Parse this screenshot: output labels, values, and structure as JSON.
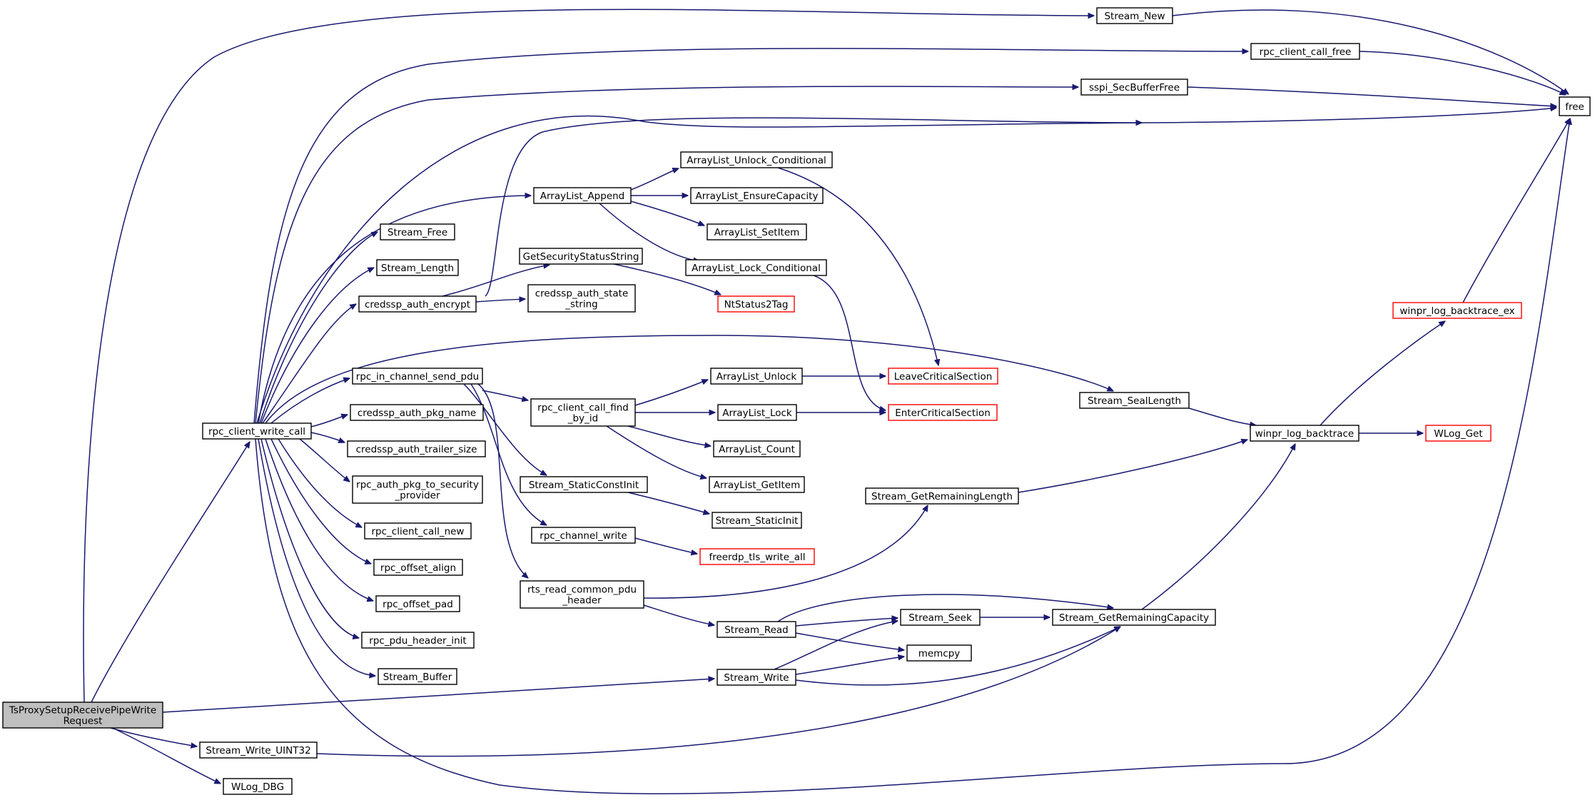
{
  "graph": {
    "nodes": [
      {
        "id": "root",
        "lines": [
          "TsProxySetupReceivePipeWrite",
          "Request"
        ],
        "style": "root"
      },
      {
        "id": "rcwc",
        "lines": [
          "rpc_client_write_call"
        ],
        "style": "normal"
      },
      {
        "id": "swu32",
        "lines": [
          "Stream_Write_UINT32"
        ],
        "style": "normal"
      },
      {
        "id": "wlogdbg",
        "lines": [
          "WLog_DBG"
        ],
        "style": "normal"
      },
      {
        "id": "snew",
        "lines": [
          "Stream_New"
        ],
        "style": "normal"
      },
      {
        "id": "rccf",
        "lines": [
          "rpc_client_call_free"
        ],
        "style": "normal"
      },
      {
        "id": "ssbf",
        "lines": [
          "sspi_SecBufferFree"
        ],
        "style": "normal"
      },
      {
        "id": "free",
        "lines": [
          "free"
        ],
        "style": "normal"
      },
      {
        "id": "ala",
        "lines": [
          "ArrayList_Append"
        ],
        "style": "normal"
      },
      {
        "id": "aluc",
        "lines": [
          "ArrayList_Unlock_Conditional"
        ],
        "style": "normal"
      },
      {
        "id": "alec",
        "lines": [
          "ArrayList_EnsureCapacity"
        ],
        "style": "normal"
      },
      {
        "id": "alsi",
        "lines": [
          "ArrayList_SetItem"
        ],
        "style": "normal"
      },
      {
        "id": "allc",
        "lines": [
          "ArrayList_Lock_Conditional"
        ],
        "style": "normal"
      },
      {
        "id": "sfree",
        "lines": [
          "Stream_Free"
        ],
        "style": "normal"
      },
      {
        "id": "slen",
        "lines": [
          "Stream_Length"
        ],
        "style": "normal"
      },
      {
        "id": "cae",
        "lines": [
          "credssp_auth_encrypt"
        ],
        "style": "normal"
      },
      {
        "id": "gsss",
        "lines": [
          "GetSecurityStatusString"
        ],
        "style": "normal"
      },
      {
        "id": "cass",
        "lines": [
          "credssp_auth_state",
          "_string"
        ],
        "style": "normal"
      },
      {
        "id": "nt2t",
        "lines": [
          "NtStatus2Tag"
        ],
        "style": "red"
      },
      {
        "id": "ricsp",
        "lines": [
          "rpc_in_channel_send_pdu"
        ],
        "style": "normal"
      },
      {
        "id": "rccfbi",
        "lines": [
          "rpc_client_call_find",
          "_by_id"
        ],
        "style": "normal"
      },
      {
        "id": "alu",
        "lines": [
          "ArrayList_Unlock"
        ],
        "style": "normal"
      },
      {
        "id": "all",
        "lines": [
          "ArrayList_Lock"
        ],
        "style": "normal"
      },
      {
        "id": "alc",
        "lines": [
          "ArrayList_Count"
        ],
        "style": "normal"
      },
      {
        "id": "algi",
        "lines": [
          "ArrayList_GetItem"
        ],
        "style": "normal"
      },
      {
        "id": "lcs",
        "lines": [
          "LeaveCriticalSection"
        ],
        "style": "red"
      },
      {
        "id": "ecs",
        "lines": [
          "EnterCriticalSection"
        ],
        "style": "red"
      },
      {
        "id": "capn",
        "lines": [
          "credssp_auth_pkg_name"
        ],
        "style": "normal"
      },
      {
        "id": "cats",
        "lines": [
          "credssp_auth_trailer_size"
        ],
        "style": "normal"
      },
      {
        "id": "raptsp",
        "lines": [
          "rpc_auth_pkg_to_security",
          "_provider"
        ],
        "style": "normal"
      },
      {
        "id": "rccn",
        "lines": [
          "rpc_client_call_new"
        ],
        "style": "normal"
      },
      {
        "id": "roa",
        "lines": [
          "rpc_offset_align"
        ],
        "style": "normal"
      },
      {
        "id": "rop",
        "lines": [
          "rpc_offset_pad"
        ],
        "style": "normal"
      },
      {
        "id": "rphi",
        "lines": [
          "rpc_pdu_header_init"
        ],
        "style": "normal"
      },
      {
        "id": "sbuf",
        "lines": [
          "Stream_Buffer"
        ],
        "style": "normal"
      },
      {
        "id": "ssci",
        "lines": [
          "Stream_StaticConstInit"
        ],
        "style": "normal"
      },
      {
        "id": "ssi",
        "lines": [
          "Stream_StaticInit"
        ],
        "style": "normal"
      },
      {
        "id": "rcw",
        "lines": [
          "rpc_channel_write"
        ],
        "style": "normal"
      },
      {
        "id": "ftwa",
        "lines": [
          "freerdp_tls_write_all"
        ],
        "style": "red"
      },
      {
        "id": "rrcph",
        "lines": [
          "rts_read_common_pdu",
          "_header"
        ],
        "style": "normal"
      },
      {
        "id": "sgrl",
        "lines": [
          "Stream_GetRemainingLength"
        ],
        "style": "normal"
      },
      {
        "id": "sread",
        "lines": [
          "Stream_Read"
        ],
        "style": "normal"
      },
      {
        "id": "sseek",
        "lines": [
          "Stream_Seek"
        ],
        "style": "normal"
      },
      {
        "id": "memcpy",
        "lines": [
          "memcpy"
        ],
        "style": "normal"
      },
      {
        "id": "sgrc",
        "lines": [
          "Stream_GetRemainingCapacity"
        ],
        "style": "normal"
      },
      {
        "id": "swrite",
        "lines": [
          "Stream_Write"
        ],
        "style": "normal"
      },
      {
        "id": "ssl",
        "lines": [
          "Stream_SealLength"
        ],
        "style": "normal"
      },
      {
        "id": "wlb",
        "lines": [
          "winpr_log_backtrace"
        ],
        "style": "normal"
      },
      {
        "id": "wlbe",
        "lines": [
          "winpr_log_backtrace_ex"
        ],
        "style": "red"
      },
      {
        "id": "wlogget",
        "lines": [
          "WLog_Get"
        ],
        "style": "red"
      }
    ],
    "edges": [
      [
        "root",
        "rcwc"
      ],
      [
        "root",
        "swu32"
      ],
      [
        "root",
        "wlogdbg"
      ],
      [
        "root",
        "snew"
      ],
      [
        "root",
        "swrite"
      ],
      [
        "rcwc",
        "rccf"
      ],
      [
        "rcwc",
        "ssbf"
      ],
      [
        "rcwc",
        "free"
      ],
      [
        "rcwc",
        "ala"
      ],
      [
        "rcwc",
        "sfree"
      ],
      [
        "rcwc",
        "slen"
      ],
      [
        "rcwc",
        "cae"
      ],
      [
        "rcwc",
        "ssl"
      ],
      [
        "rcwc",
        "ricsp"
      ],
      [
        "rcwc",
        "capn"
      ],
      [
        "rcwc",
        "cats"
      ],
      [
        "rcwc",
        "raptsp"
      ],
      [
        "rcwc",
        "rccn"
      ],
      [
        "rcwc",
        "roa"
      ],
      [
        "rcwc",
        "rop"
      ],
      [
        "rcwc",
        "rphi"
      ],
      [
        "rcwc",
        "sbuf"
      ],
      [
        "snew",
        "free"
      ],
      [
        "rccf",
        "free"
      ],
      [
        "ssbf",
        "free"
      ],
      [
        "ala",
        "aluc"
      ],
      [
        "ala",
        "alec"
      ],
      [
        "ala",
        "alsi"
      ],
      [
        "ala",
        "allc"
      ],
      [
        "aluc",
        "lcs"
      ],
      [
        "allc",
        "ecs"
      ],
      [
        "cae",
        "free"
      ],
      [
        "cae",
        "gsss"
      ],
      [
        "cae",
        "cass"
      ],
      [
        "gsss",
        "nt2t"
      ],
      [
        "ricsp",
        "rccfbi"
      ],
      [
        "ricsp",
        "ssci"
      ],
      [
        "ricsp",
        "rcw"
      ],
      [
        "ricsp",
        "rrcph"
      ],
      [
        "rccfbi",
        "alu"
      ],
      [
        "rccfbi",
        "all"
      ],
      [
        "rccfbi",
        "alc"
      ],
      [
        "rccfbi",
        "algi"
      ],
      [
        "alu",
        "lcs"
      ],
      [
        "all",
        "ecs"
      ],
      [
        "ssci",
        "ssi"
      ],
      [
        "rcw",
        "ftwa"
      ],
      [
        "rrcph",
        "sgrl"
      ],
      [
        "rrcph",
        "sread"
      ],
      [
        "sread",
        "sseek"
      ],
      [
        "sread",
        "memcpy"
      ],
      [
        "sread",
        "sgrc"
      ],
      [
        "swrite",
        "sseek"
      ],
      [
        "swrite",
        "memcpy"
      ],
      [
        "swrite",
        "sgrc"
      ],
      [
        "sseek",
        "sgrc"
      ],
      [
        "swu32",
        "sgrc"
      ],
      [
        "sgrc",
        "wlb"
      ],
      [
        "sgrl",
        "wlb"
      ],
      [
        "ssl",
        "wlb"
      ],
      [
        "wlb",
        "wlbe"
      ],
      [
        "wlb",
        "wlogget"
      ],
      [
        "wlbe",
        "free"
      ]
    ]
  }
}
